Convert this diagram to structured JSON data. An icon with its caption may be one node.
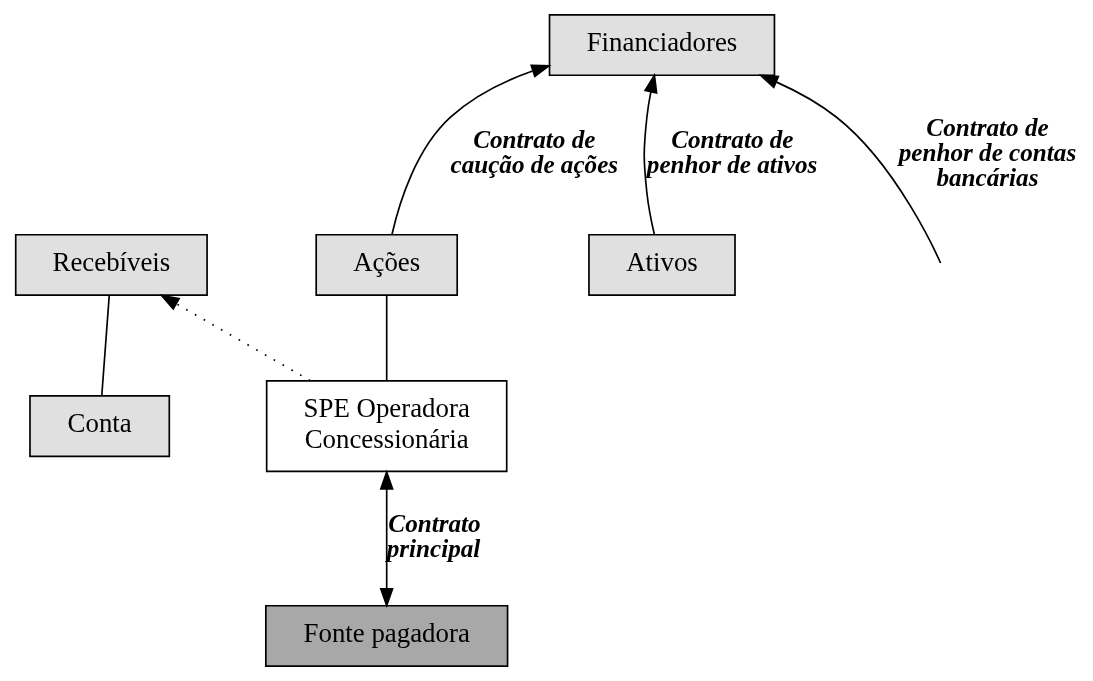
{
  "diagram": {
    "nodes": [
      {
        "text": [
          "Financiadores"
        ]
      },
      {
        "text": [
          "Ações"
        ]
      },
      {
        "text": [
          "Conta"
        ]
      },
      {
        "text": [
          "Ativos"
        ]
      },
      {
        "text": [
          "SPE Operadora Concessionária"
        ]
      },
      {
        "text": [
          "Recebíveis"
        ]
      },
      {
        "text": [
          "Fonte pagadora"
        ]
      }
    ],
    "edges": [
      {
        "from": 3,
        "to": 0,
        "arrow": "to",
        "label": "Contrato de penhor de ativos"
      },
      {
        "from": null,
        "to": 0,
        "arrow": "to",
        "label": "Contrato de penhor de contas bancárias"
      },
      {
        "from": 1,
        "to": 0,
        "arrow": "to",
        "label": "Contrato de caução de ações"
      },
      {
        "from": 4,
        "to": 1,
        "arrow": "none"
      },
      {
        "from": 2,
        "to": 5,
        "arrow": "none"
      },
      {
        "from": 6,
        "to": 4,
        "arrow": "both",
        "label": "Contrato principal"
      },
      {
        "from": 4,
        "to": 5,
        "arrow": "to",
        "style": "dashed"
      }
    ]
  }
}
